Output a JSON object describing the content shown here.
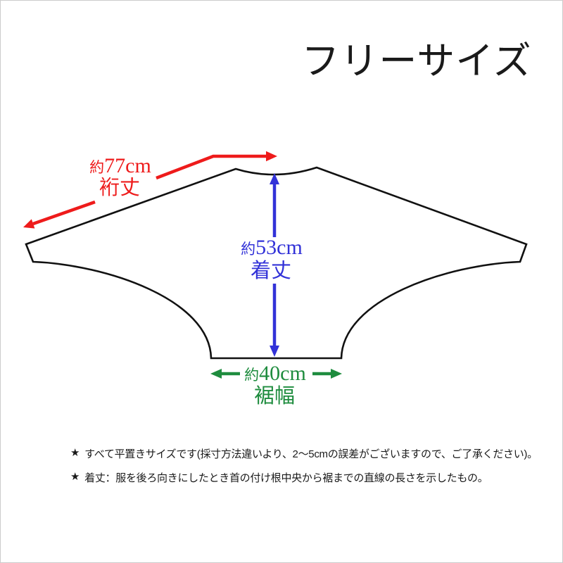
{
  "title": "フリーサイズ",
  "colors": {
    "sleeve_arrow": "#ee1b1b",
    "body_arrow": "#3232d8",
    "hem_arrow": "#1e8c3e",
    "outline": "#111111"
  },
  "measurements": {
    "sleeve_length": {
      "prefix": "約",
      "value": "77cm",
      "label": "裄丈"
    },
    "body_length": {
      "prefix": "約",
      "value": "53cm",
      "label": "着丈"
    },
    "hem_width": {
      "prefix": "約",
      "value": "40cm",
      "label": "裾幅"
    }
  },
  "notes": [
    {
      "bullet": "★",
      "text": "すべて平置きサイズです(採寸方法違いより、2～5cmの誤差がございますので、ご了承ください)。"
    },
    {
      "bullet": "★",
      "text": "着丈：服を後ろ向きにしたとき首の付け根中央から裾までの直線の長さを示したもの。"
    }
  ]
}
